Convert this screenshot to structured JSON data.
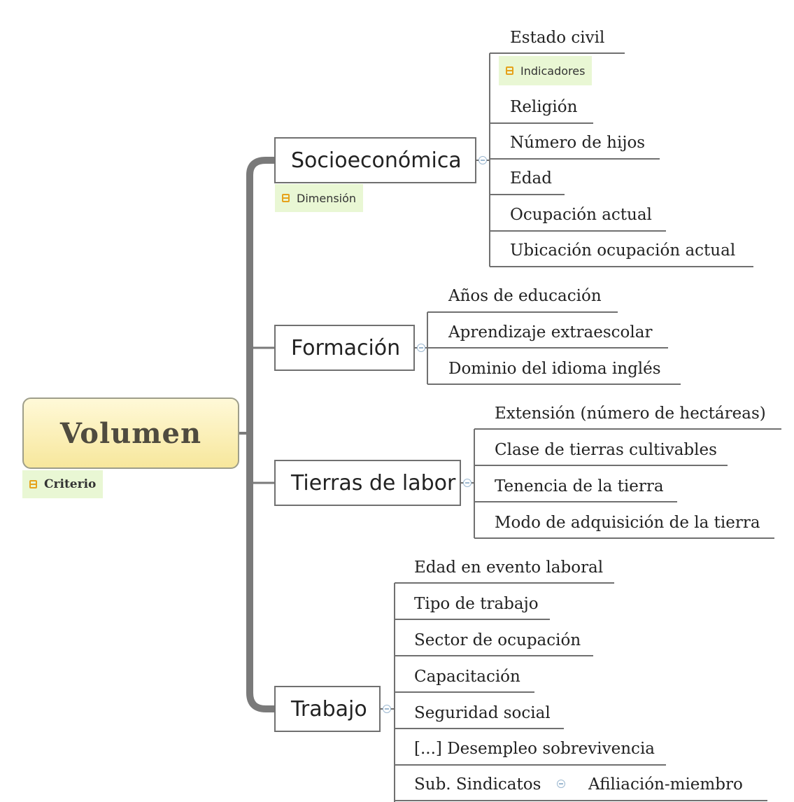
{
  "root": {
    "label": "Volumen",
    "tag": "Criterio"
  },
  "branches": [
    {
      "label": "Socioeconómica",
      "tag": "Dimensión",
      "children": [
        "Estado civil",
        "Religión",
        "Número de hijos",
        "Edad",
        "Ocupación actual",
        "Ubicación ocupación actual"
      ],
      "children_tag": "Indicadores"
    },
    {
      "label": "Formación",
      "children": [
        "Años de educación",
        "Aprendizaje extraescolar",
        "Dominio del idioma inglés"
      ]
    },
    {
      "label": "Tierras de labor",
      "children": [
        "Extensión (número de hectáreas)",
        "Clase de tierras cultivables",
        "Tenencia de la tierra",
        "Modo de adquisición de la tierra"
      ]
    },
    {
      "label": "Trabajo",
      "children": [
        "Edad en evento laboral",
        "Tipo de trabajo",
        "Sector de ocupación",
        "Capacitación",
        "Seguridad social",
        "[...] Desempleo sobrevivencia",
        "Sub. Sindicatos"
      ],
      "sub_child": "Afiliación-miembro"
    }
  ],
  "colors": {
    "root_border": "#9e9e8a",
    "trunk": "#7a7a7a",
    "tag_bg": "#e9f7d4",
    "tag_icon": "#e6a21b",
    "collapse": "#9cb8d0"
  }
}
